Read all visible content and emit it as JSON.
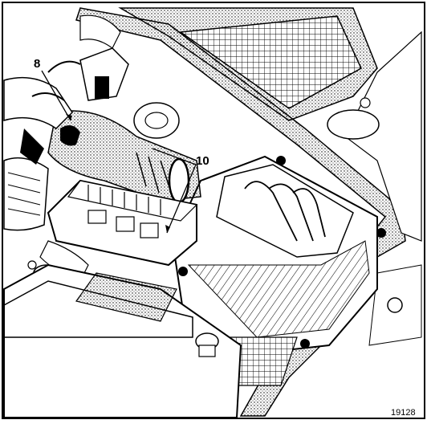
{
  "figure": {
    "callouts": [
      {
        "label": "8"
      },
      {
        "label": "10"
      }
    ],
    "reference_number": "19128",
    "colors": {
      "ink": "#000000",
      "paper": "#ffffff",
      "stipple": "#b0b0b0"
    }
  }
}
